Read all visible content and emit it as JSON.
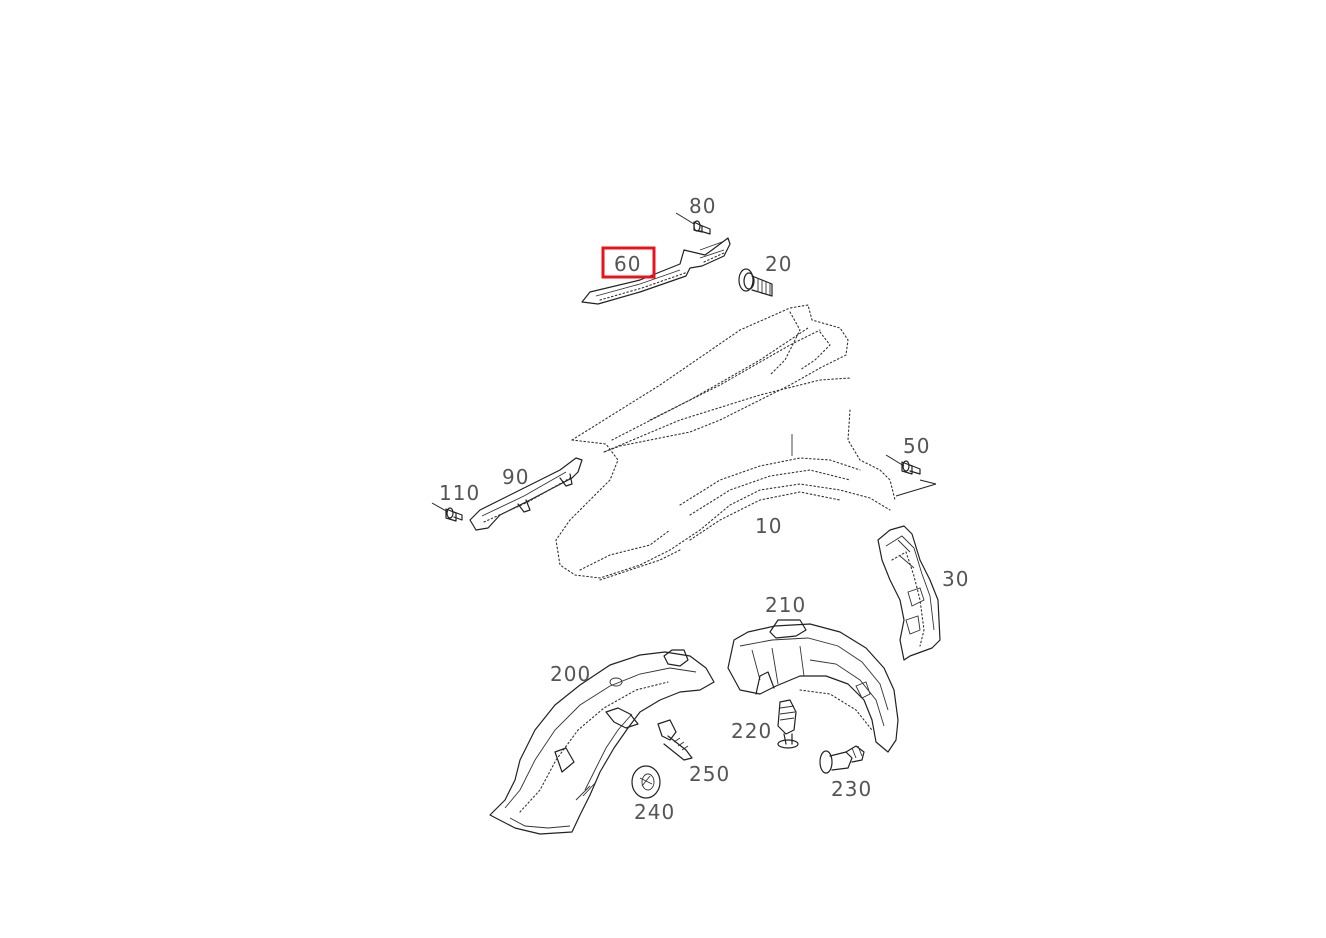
{
  "parts": [
    {
      "id": "p10",
      "label": "10"
    },
    {
      "id": "p20",
      "label": "20"
    },
    {
      "id": "p30",
      "label": "30"
    },
    {
      "id": "p50",
      "label": "50"
    },
    {
      "id": "p60",
      "label": "60",
      "highlighted": true
    },
    {
      "id": "p80",
      "label": "80"
    },
    {
      "id": "p90",
      "label": "90"
    },
    {
      "id": "p110",
      "label": "110"
    },
    {
      "id": "p200",
      "label": "200"
    },
    {
      "id": "p210",
      "label": "210"
    },
    {
      "id": "p220",
      "label": "220"
    },
    {
      "id": "p230",
      "label": "230"
    },
    {
      "id": "p240",
      "label": "240"
    },
    {
      "id": "p250",
      "label": "250"
    }
  ],
  "highlight_color": "#e8141c"
}
